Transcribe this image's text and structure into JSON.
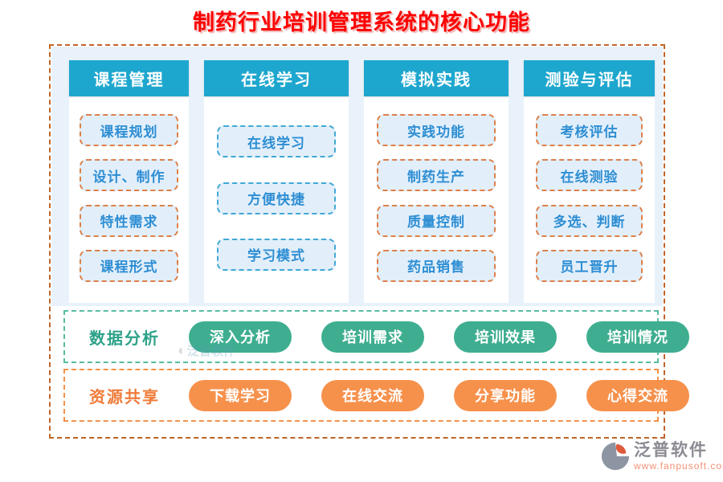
{
  "title": "制药行业培训管理系统的核心功能",
  "columns": [
    {
      "header": "课程管理",
      "accent": "orange",
      "items": [
        "课程规划",
        "设计、制作",
        "特性需求",
        "课程形式"
      ]
    },
    {
      "header": "在线学习",
      "accent": "blue",
      "items": [
        "在线学习",
        "方便快捷",
        "学习模式"
      ]
    },
    {
      "header": "模拟实践",
      "accent": "orange",
      "items": [
        "实践功能",
        "制药生产",
        "质量控制",
        "药品销售"
      ]
    },
    {
      "header": "测验与评估",
      "accent": "orange",
      "items": [
        "考核评估",
        "在线测验",
        "多选、判断",
        "员工晋升"
      ]
    }
  ],
  "feature_rows": [
    {
      "label": "数据分析",
      "theme": "green",
      "pills": [
        "深入分析",
        "培训需求",
        "培训效果",
        "培训情况"
      ]
    },
    {
      "label": "资源共享",
      "theme": "orange",
      "pills": [
        "下载学习",
        "在线交流",
        "分享功能",
        "心得交流"
      ]
    }
  ],
  "watermark": "泛普软件",
  "logo": {
    "name": "泛普软件",
    "url": "www.fanpusoft.com"
  },
  "colors": {
    "title_red": "#fd0100",
    "frame_border": "#bf6528",
    "panel_blue": "#e9f2fb",
    "header_teal": "#1ea7ce",
    "item_fill": "#e2effb",
    "item_text": "#2e8ed3",
    "item_border_orange": "#dd8049",
    "item_border_blue": "#41a8d4",
    "green_pill": "#3fae90",
    "green_border": "#58bca2",
    "green_label": "#2da288",
    "orange_pill": "#f6914c",
    "orange_border": "#f2914b",
    "orange_label": "#f07a38",
    "logo_grey": "#8b8b93",
    "logo_url_color": "#f29176"
  }
}
